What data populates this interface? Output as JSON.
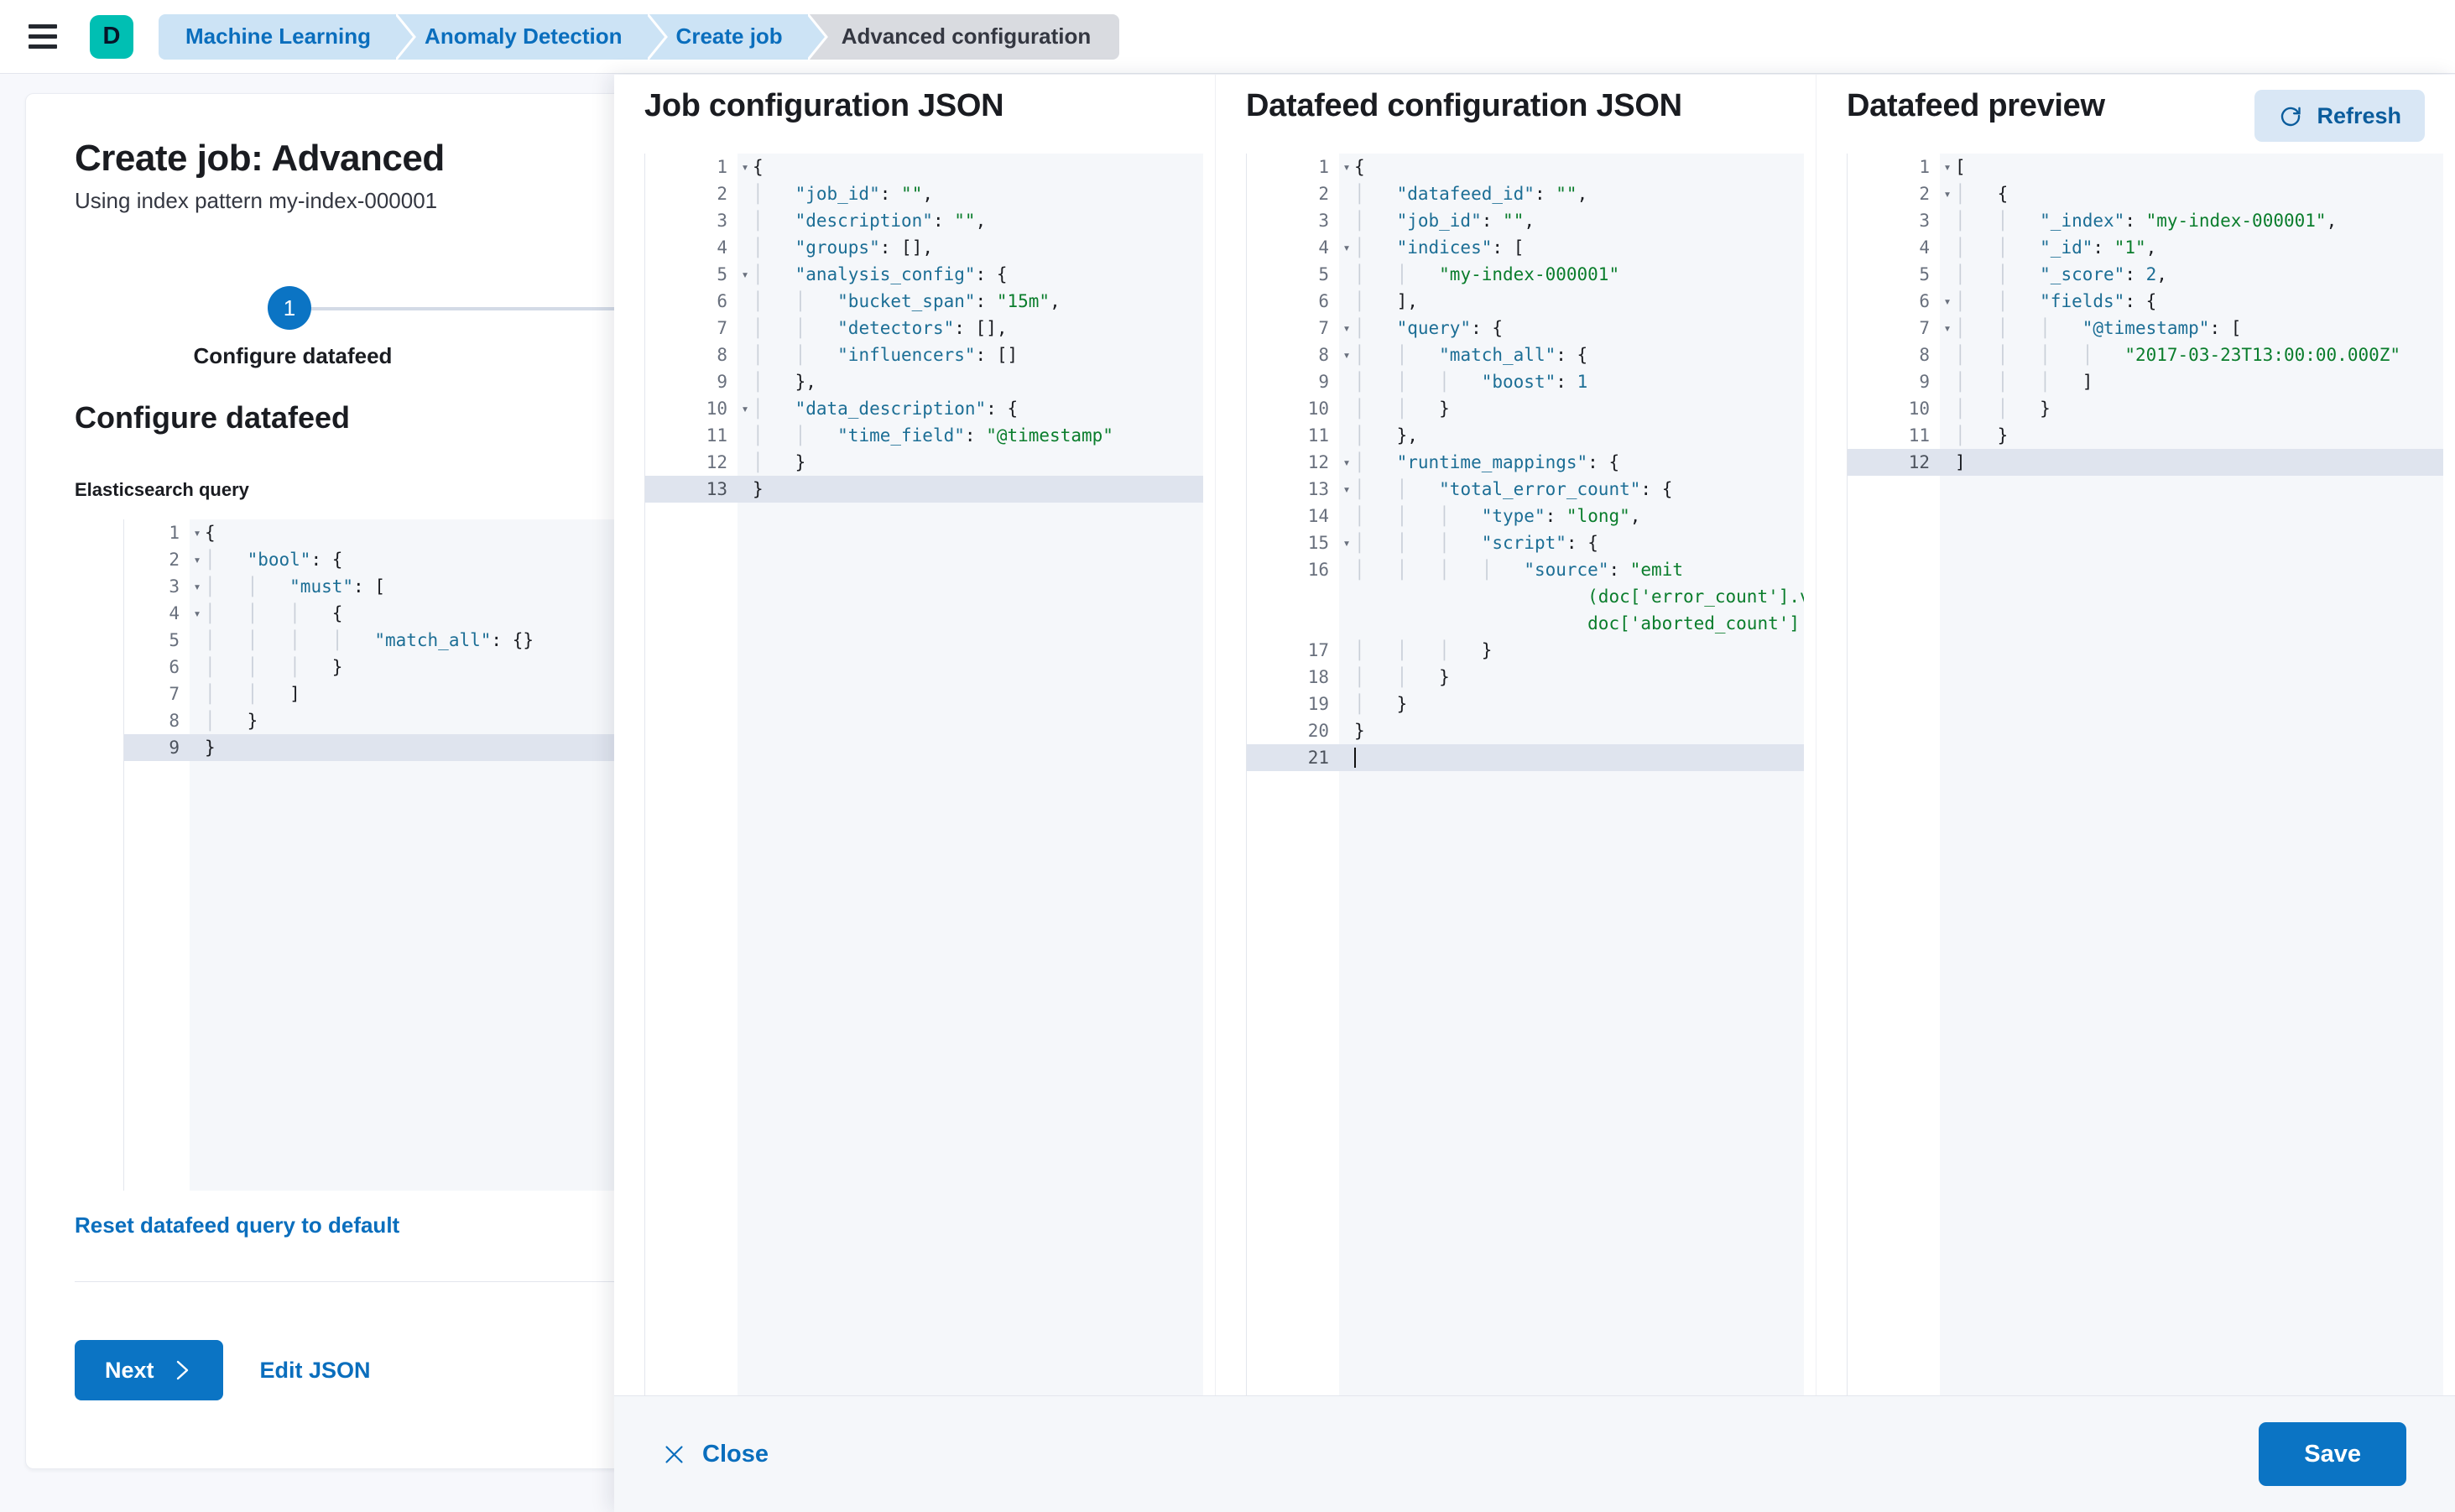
{
  "topbar": {
    "menu_icon": "hamburger-menu-icon",
    "logo_letter": "D",
    "breadcrumbs": [
      {
        "label": "Machine Learning",
        "current": false
      },
      {
        "label": "Anomaly Detection",
        "current": false
      },
      {
        "label": "Create job",
        "current": false
      },
      {
        "label": "Advanced configuration",
        "current": true
      }
    ]
  },
  "page": {
    "title": "Create job: Advanced",
    "subtitle": "Using index pattern my-index-000001",
    "step_number": "1",
    "step_label": "Configure datafeed",
    "section_title": "Configure datafeed",
    "field_label": "Elasticsearch query",
    "reset_link": "Reset datafeed query to default",
    "next_label": "Next",
    "next_icon": "chevron-right-icon",
    "edit_json_label": "Edit JSON",
    "query_editor": {
      "highlight_line": 9,
      "lines": [
        {
          "n": "1",
          "fold": true,
          "indent": 0,
          "code": "{"
        },
        {
          "n": "2",
          "fold": true,
          "indent": 1,
          "code": "\"bool\": {"
        },
        {
          "n": "3",
          "fold": true,
          "indent": 2,
          "code": "\"must\": ["
        },
        {
          "n": "4",
          "fold": true,
          "indent": 3,
          "code": "{"
        },
        {
          "n": "5",
          "fold": false,
          "indent": 4,
          "code": "\"match_all\": {}"
        },
        {
          "n": "6",
          "fold": false,
          "indent": 3,
          "code": "}"
        },
        {
          "n": "7",
          "fold": false,
          "indent": 2,
          "code": "]"
        },
        {
          "n": "8",
          "fold": false,
          "indent": 1,
          "code": "}"
        },
        {
          "n": "9",
          "fold": false,
          "indent": 0,
          "code": "}"
        }
      ]
    }
  },
  "flyout": {
    "columns": [
      {
        "title": "Job configuration JSON",
        "name": "job-configuration-json",
        "highlight_line": 13,
        "lines": [
          {
            "n": "1",
            "fold": true,
            "indent": 0,
            "code": "{"
          },
          {
            "n": "2",
            "fold": false,
            "indent": 1,
            "code": "\"job_id\": \"\","
          },
          {
            "n": "3",
            "fold": false,
            "indent": 1,
            "code": "\"description\": \"\","
          },
          {
            "n": "4",
            "fold": false,
            "indent": 1,
            "code": "\"groups\": [],"
          },
          {
            "n": "5",
            "fold": true,
            "indent": 1,
            "code": "\"analysis_config\": {"
          },
          {
            "n": "6",
            "fold": false,
            "indent": 2,
            "code": "\"bucket_span\": \"15m\","
          },
          {
            "n": "7",
            "fold": false,
            "indent": 2,
            "code": "\"detectors\": [],"
          },
          {
            "n": "8",
            "fold": false,
            "indent": 2,
            "code": "\"influencers\": []"
          },
          {
            "n": "9",
            "fold": false,
            "indent": 1,
            "code": "},"
          },
          {
            "n": "10",
            "fold": true,
            "indent": 1,
            "code": "\"data_description\": {"
          },
          {
            "n": "11",
            "fold": false,
            "indent": 2,
            "code": "\"time_field\": \"@timestamp\""
          },
          {
            "n": "12",
            "fold": false,
            "indent": 1,
            "code": "}"
          },
          {
            "n": "13",
            "fold": false,
            "indent": 0,
            "code": "}"
          }
        ]
      },
      {
        "title": "Datafeed configuration JSON",
        "name": "datafeed-configuration-json",
        "highlight_line": 21,
        "lines": [
          {
            "n": "1",
            "fold": true,
            "indent": 0,
            "code": "{"
          },
          {
            "n": "2",
            "fold": false,
            "indent": 1,
            "code": "\"datafeed_id\": \"\","
          },
          {
            "n": "3",
            "fold": false,
            "indent": 1,
            "code": "\"job_id\": \"\","
          },
          {
            "n": "4",
            "fold": true,
            "indent": 1,
            "code": "\"indices\": ["
          },
          {
            "n": "5",
            "fold": false,
            "indent": 2,
            "code": "\"my-index-000001\""
          },
          {
            "n": "6",
            "fold": false,
            "indent": 1,
            "code": "],"
          },
          {
            "n": "7",
            "fold": true,
            "indent": 1,
            "code": "\"query\": {"
          },
          {
            "n": "8",
            "fold": true,
            "indent": 2,
            "code": "\"match_all\": {"
          },
          {
            "n": "9",
            "fold": false,
            "indent": 3,
            "code": "\"boost\": 1"
          },
          {
            "n": "10",
            "fold": false,
            "indent": 2,
            "code": "}"
          },
          {
            "n": "11",
            "fold": false,
            "indent": 1,
            "code": "},"
          },
          {
            "n": "12",
            "fold": true,
            "indent": 1,
            "code": "\"runtime_mappings\": {"
          },
          {
            "n": "13",
            "fold": true,
            "indent": 2,
            "code": "\"total_error_count\": {"
          },
          {
            "n": "14",
            "fold": false,
            "indent": 3,
            "code": "\"type\": \"long\","
          },
          {
            "n": "15",
            "fold": true,
            "indent": 3,
            "code": "\"script\": {"
          },
          {
            "n": "16",
            "fold": false,
            "indent": 4,
            "code": "\"source\": \"emit(doc['error_count'].value + doc['aborted_count'].value)\"",
            "wrap": true
          },
          {
            "n": "17",
            "fold": false,
            "indent": 3,
            "code": "}"
          },
          {
            "n": "18",
            "fold": false,
            "indent": 2,
            "code": "}"
          },
          {
            "n": "19",
            "fold": false,
            "indent": 1,
            "code": "}"
          },
          {
            "n": "20",
            "fold": false,
            "indent": 0,
            "code": "}"
          },
          {
            "n": "21",
            "fold": false,
            "indent": 0,
            "code": "",
            "caret": true
          }
        ]
      },
      {
        "title": "Datafeed preview",
        "name": "datafeed-preview",
        "refresh_label": "Refresh",
        "refresh_icon": "refresh-icon",
        "highlight_line": 12,
        "lines": [
          {
            "n": "1",
            "fold": true,
            "indent": 0,
            "code": "["
          },
          {
            "n": "2",
            "fold": true,
            "indent": 1,
            "code": "{"
          },
          {
            "n": "3",
            "fold": false,
            "indent": 2,
            "code": "\"_index\": \"my-index-000001\","
          },
          {
            "n": "4",
            "fold": false,
            "indent": 2,
            "code": "\"_id\": \"1\","
          },
          {
            "n": "5",
            "fold": false,
            "indent": 2,
            "code": "\"_score\": 2,"
          },
          {
            "n": "6",
            "fold": true,
            "indent": 2,
            "code": "\"fields\": {"
          },
          {
            "n": "7",
            "fold": true,
            "indent": 3,
            "code": "\"@timestamp\": ["
          },
          {
            "n": "8",
            "fold": false,
            "indent": 4,
            "code": "\"2017-03-23T13:00:00.000Z\""
          },
          {
            "n": "9",
            "fold": false,
            "indent": 3,
            "code": "]"
          },
          {
            "n": "10",
            "fold": false,
            "indent": 2,
            "code": "}"
          },
          {
            "n": "11",
            "fold": false,
            "indent": 1,
            "code": "}"
          },
          {
            "n": "12",
            "fold": false,
            "indent": 0,
            "code": "]"
          }
        ]
      }
    ],
    "close_label": "Close",
    "close_icon": "close-x-icon",
    "save_label": "Save"
  },
  "colors": {
    "primary": "#0b74c4",
    "link": "#0a6ebd",
    "brand": "#00bfb3",
    "string": "#0a7d2c",
    "key": "#1c6e95",
    "breadcrumb_bg": "#cce3f5",
    "breadcrumb_current_bg": "#d9dbe0"
  }
}
